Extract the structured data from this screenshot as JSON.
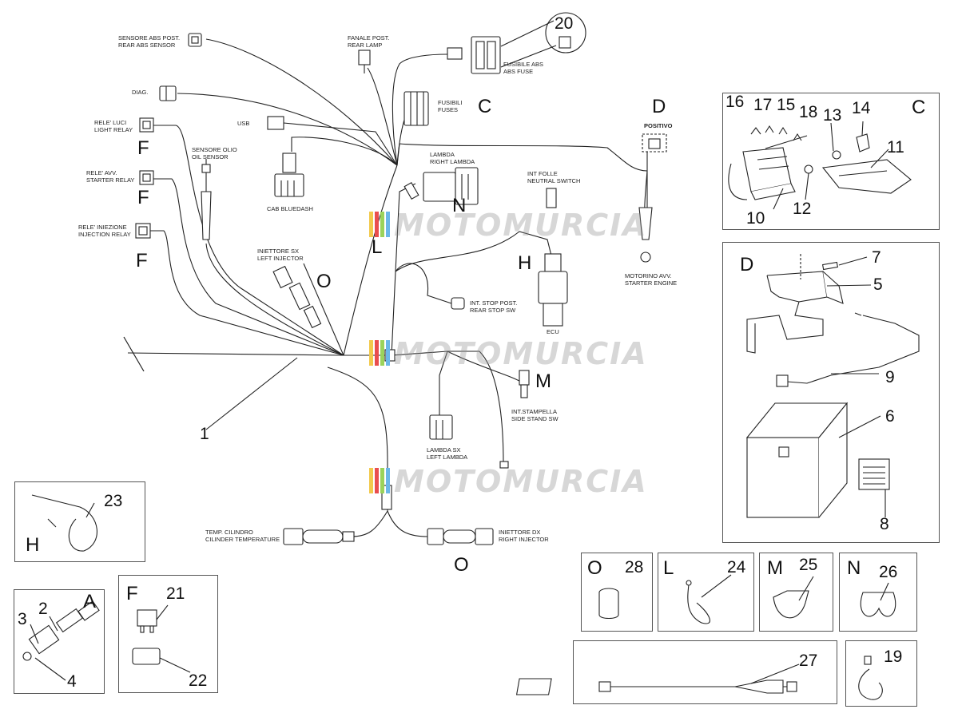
{
  "watermark": {
    "text": "MOTOMURCIA",
    "colors": [
      "#f2c94c",
      "#e94e4e",
      "#9bd35a",
      "#6bb7e8"
    ]
  },
  "labels": {
    "abs_sensor": [
      "SENSORE ABS POST.",
      "REAR ABS SENSOR"
    ],
    "diag": [
      "DIAG."
    ],
    "light_relay": [
      "RELE' LUCI",
      "LIGHT RELAY"
    ],
    "oil_sensor": [
      "SENSORE OLIO",
      "OIL SENSOR"
    ],
    "starter_relay": [
      "RELE' AVV.",
      "STARTER RELAY"
    ],
    "injection_relay": [
      "RELE' INIEZIONE",
      "INJECTION RELAY"
    ],
    "left_injector": [
      "INIETTORE SX",
      "LEFT INJECTOR"
    ],
    "rear_lamp": [
      "FANALE POST.",
      "REAR LAMP"
    ],
    "abs_fuse": [
      "FUSIBILE ABS",
      "ABS FUSE"
    ],
    "fuses": [
      "FUSIBILI",
      "FUSES"
    ],
    "usb": [
      "USB"
    ],
    "cab_bluedash": [
      "CAB BLUEDASH"
    ],
    "right_lambda": [
      "LAMBDA",
      "RIGHT LAMBDA"
    ],
    "neutral_switch": [
      "INT FOLLE",
      "NEUTRAL SWITCH"
    ],
    "positive": [
      "POSITIVO"
    ],
    "starter_engine": [
      "MOTORINO AVV.",
      "STARTER ENGINE"
    ],
    "rear_stop": [
      "INT. STOP POST.",
      "REAR STOP SW"
    ],
    "ecu": [
      "ECU"
    ],
    "side_stand": [
      "INT.STAMPELLA",
      "SIDE STAND sw"
    ],
    "left_lambda": [
      "LAMBDA  SX",
      "LEFT LAMBDA"
    ],
    "cylinder_temp": [
      "TEMP. CILINDRO",
      "CILINDER TEMPERATURE"
    ],
    "right_injector": [
      "INIETTORE DX",
      "RIGHT INJECTOR"
    ]
  },
  "letters": {
    "f1": "F",
    "f2": "F",
    "f3": "F",
    "o_top": "O",
    "n": "N",
    "l": "L",
    "h": "H",
    "m": "M",
    "c_main": "C",
    "d_main": "D",
    "o_bottom": "O",
    "c_panel": "C",
    "d_panel": "D",
    "h_panel": "H",
    "a_panel": "A",
    "f_panel": "F",
    "o_panel": "O",
    "l_panel": "L",
    "m_panel": "M",
    "n_panel": "N"
  },
  "numbers": {
    "n1": "1",
    "n2": "2",
    "n3": "3",
    "n4": "4",
    "n5": "5",
    "n6": "6",
    "n7": "7",
    "n8": "8",
    "n9": "9",
    "n10": "10",
    "n11": "11",
    "n12": "12",
    "n13": "13",
    "n14": "14",
    "n15": "15",
    "n16": "16",
    "n17": "17",
    "n18": "18",
    "n19": "19",
    "n20": "20",
    "n21": "21",
    "n22": "22",
    "n23": "23",
    "n24": "24",
    "n25": "25",
    "n26": "26",
    "n27": "27",
    "n28": "28"
  }
}
